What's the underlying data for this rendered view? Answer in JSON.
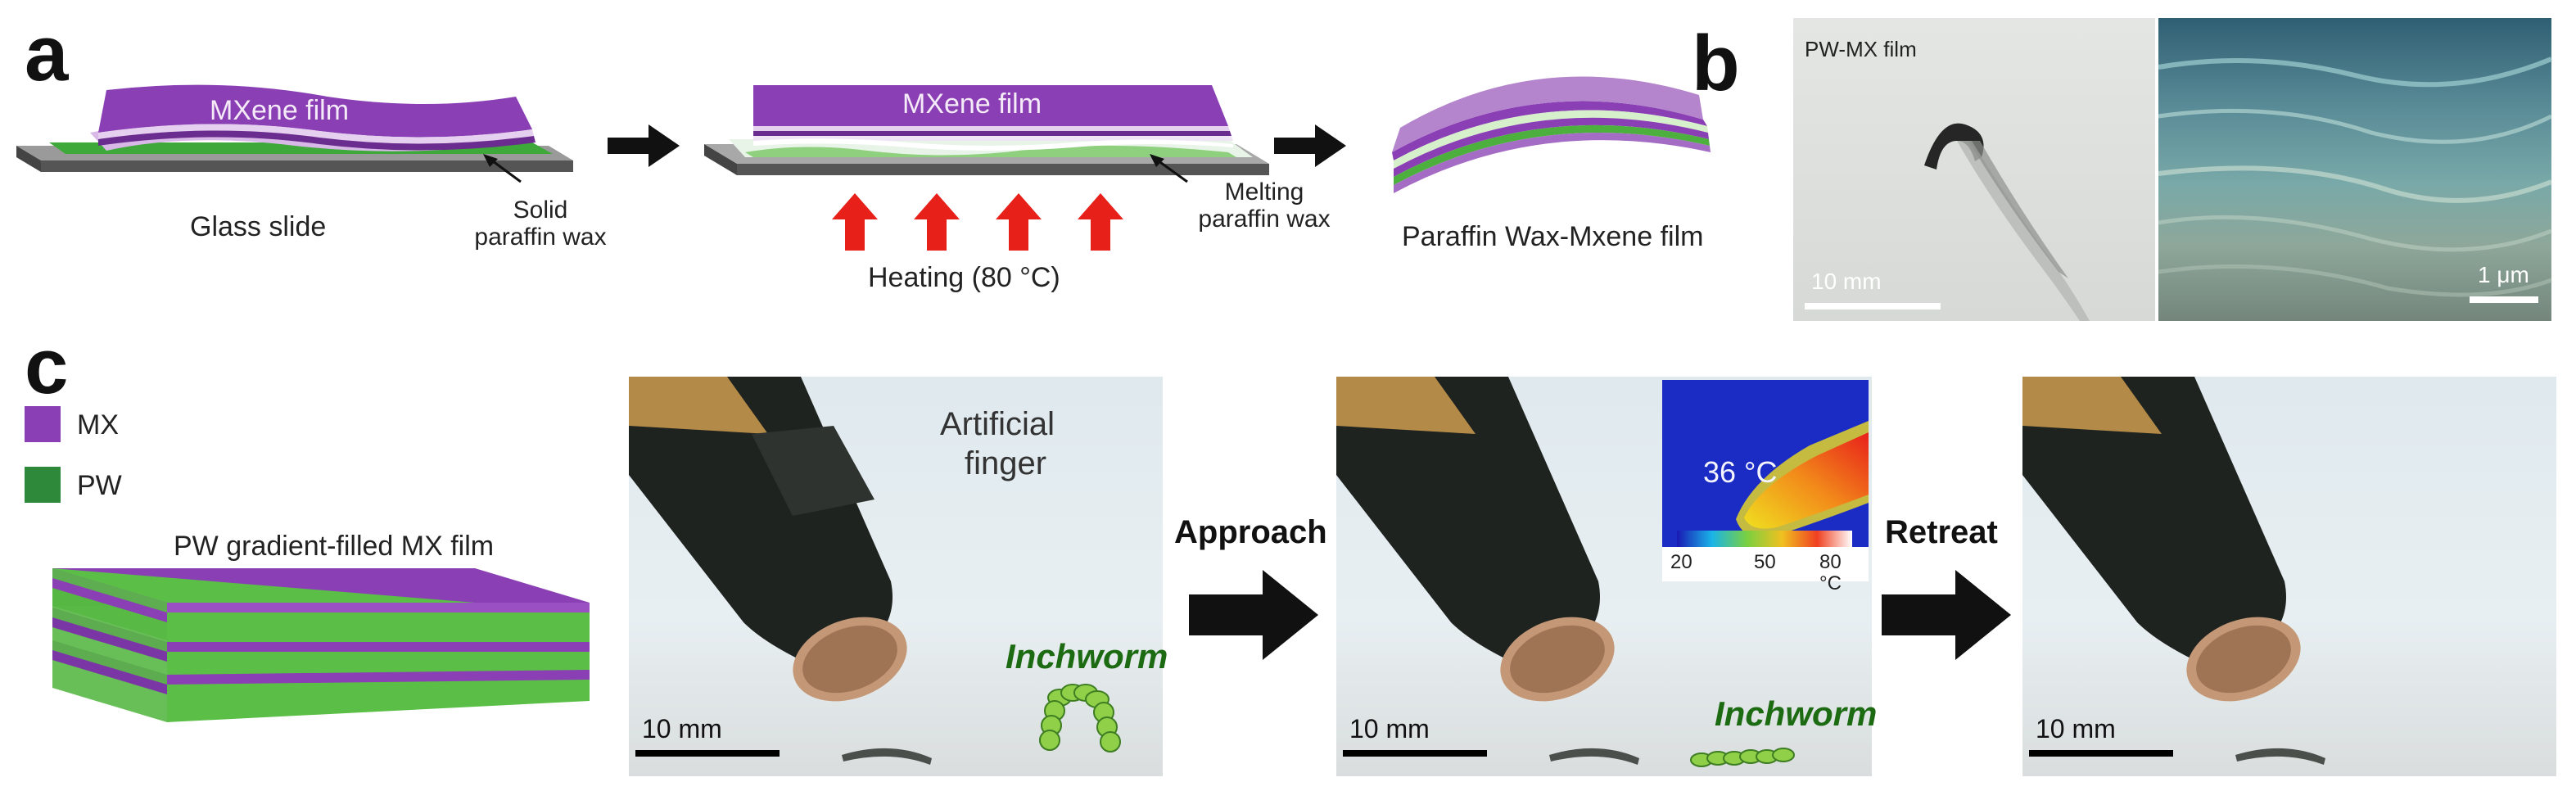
{
  "panel_a": {
    "letter": "a",
    "step1": {
      "film_label": "MXene film",
      "substrate_label": "Glass slide",
      "wax_label_line1": "Solid",
      "wax_label_line2": "paraffin wax"
    },
    "step2": {
      "film_label": "MXene film",
      "heating_label": "Heating (80 °C)",
      "wax_label_line1": "Melting",
      "wax_label_line2": "paraffin wax"
    },
    "step3": {
      "result_label": "Paraffin Wax-Mxene film"
    }
  },
  "panel_b": {
    "letter": "b",
    "photo_label": "PW-MX film",
    "photo_scale": "10 mm",
    "sem_scale": "1 μm"
  },
  "panel_c": {
    "letter": "c",
    "legend": [
      {
        "label": "MX",
        "color": "#8a3fb5"
      },
      {
        "label": "PW",
        "color": "#2e8a3a"
      }
    ],
    "film_title": "PW gradient-filled MX film",
    "frame1": {
      "finger_label_line1": "Artificial",
      "finger_label_line2": "finger",
      "worm_label": "Inchworm",
      "scale": "10 mm"
    },
    "step1_label": "Approach",
    "frame2": {
      "thermal_temp": "36 °C",
      "colorbar_ticks": [
        "20",
        "50",
        "80 °C"
      ],
      "worm_label": "Inchworm",
      "scale": "10 mm"
    },
    "step2_label": "Retreat",
    "frame3": {
      "scale": "10 mm"
    }
  },
  "colors": {
    "mxene_purple": "#8a3fb5",
    "paraffin_green": "#4caf3e",
    "heat_arrow": "#e8201a",
    "process_arrow": "#111111"
  }
}
